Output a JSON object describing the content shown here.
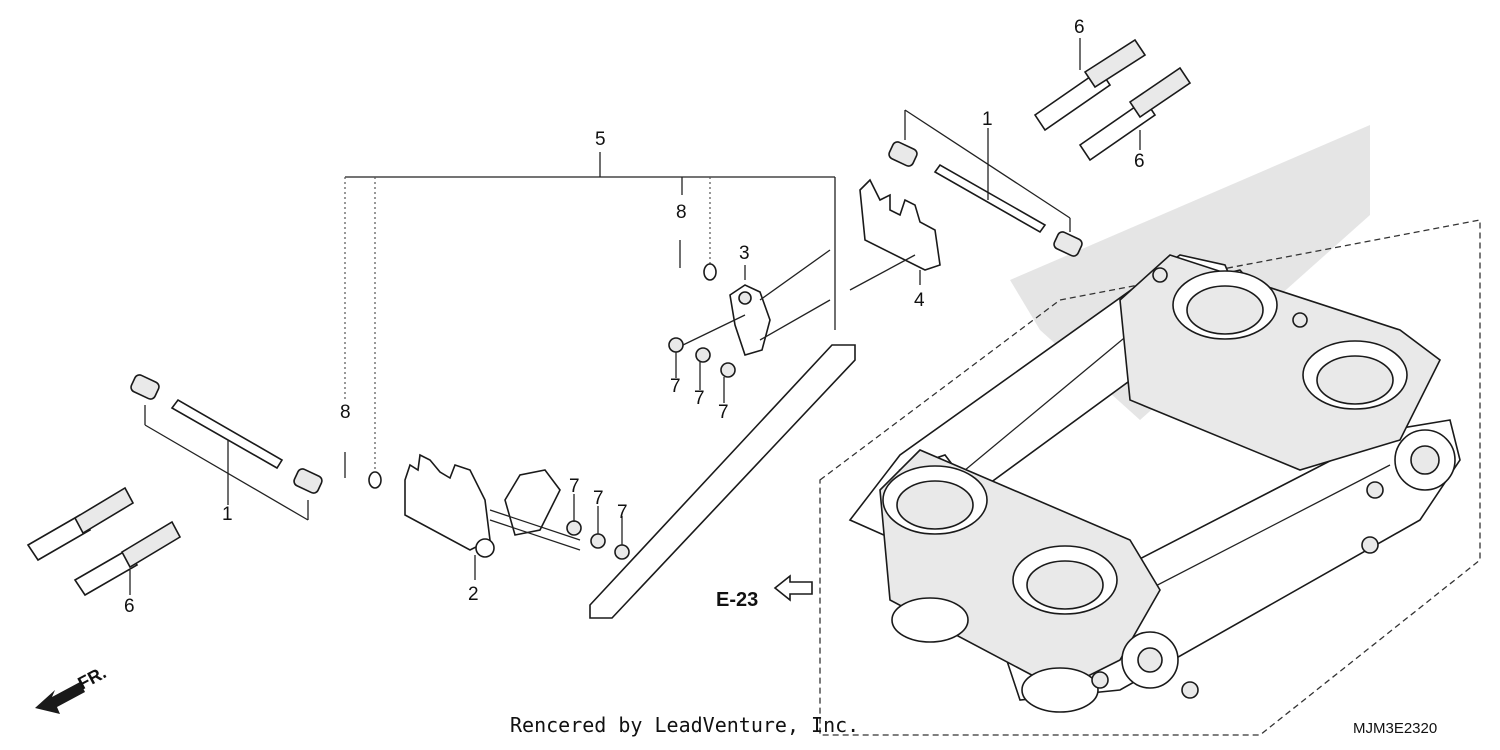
{
  "callouts": {
    "c1_right": "1",
    "c1_left": "1",
    "c2": "2",
    "c3": "3",
    "c4": "4",
    "c5": "5",
    "c6_top": "6",
    "c6_mid": "6",
    "c6_left": "6",
    "c7_a": "7",
    "c7_b": "7",
    "c7_c": "7",
    "c7_d": "7",
    "c7_e": "7",
    "c7_f": "7",
    "c8_top": "8",
    "c8_left": "8"
  },
  "reference": "E-23",
  "direction": "FR.",
  "credit": "Rencered by LeadVenture, Inc.",
  "diagram_code": "MJM3E2320"
}
